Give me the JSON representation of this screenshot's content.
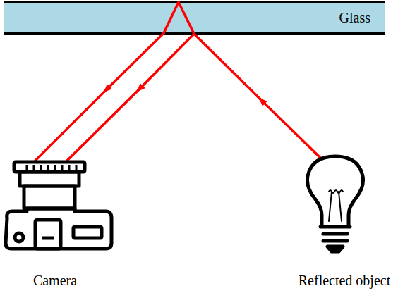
{
  "diagram": {
    "nodes": [
      {
        "text": [
          "Glass"
        ]
      }
    ],
    "labels": [
      "Camera",
      "Reflected object"
    ]
  }
}
